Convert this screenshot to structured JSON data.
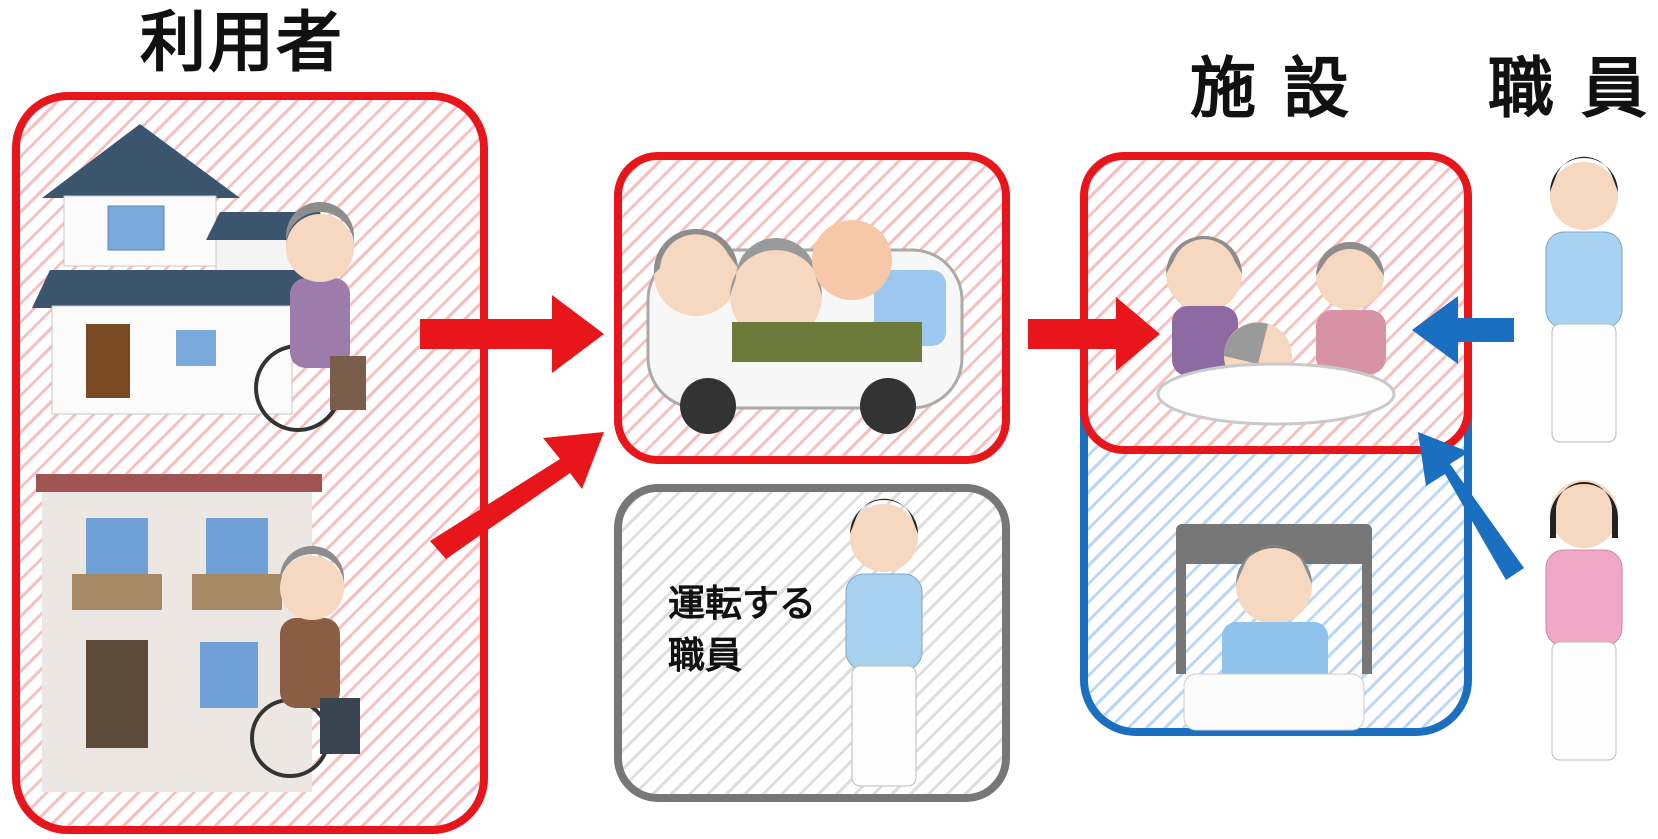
{
  "headings": {
    "users": "利用者",
    "facility": "施 設",
    "staff": "職 員"
  },
  "driver_label": {
    "line1": "運転する",
    "line2": "職員"
  },
  "colors": {
    "red": "#e8151b",
    "blue": "#1a6fc0",
    "gray": "#777777"
  },
  "illustrations": [
    "house-with-wheelchair-user",
    "apartment-with-wheelchair-user",
    "van-with-elderly-passengers",
    "male-caregiver",
    "elderly-at-table",
    "elderly-in-bed",
    "female-caregiver"
  ]
}
